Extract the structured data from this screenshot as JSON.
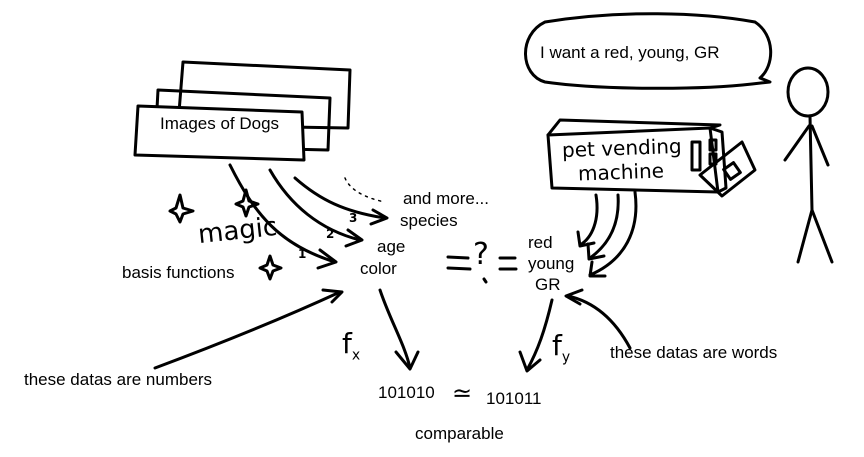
{
  "images_card": {
    "label": "Images of Dogs"
  },
  "magic_text": "magic",
  "basis_functions": "basis functions",
  "arrow_numbers": [
    "1",
    "2",
    "3"
  ],
  "features": {
    "and_more": "and more...",
    "species": "species",
    "age": "age",
    "color": "color"
  },
  "question_text": "?",
  "speech_bubble": {
    "text": "I want a red, young, GR"
  },
  "vending_machine": {
    "line1": "pet vending",
    "line2": "machine"
  },
  "request": {
    "red": "red",
    "young": "young",
    "gr": "GR"
  },
  "function_labels": {
    "fx": "f",
    "fx_sub": "x",
    "fy": "f",
    "fy_sub": "y"
  },
  "numbers_note": "these datas are numbers",
  "words_note": "these datas are words",
  "binary_left": "101010",
  "approx_symbol": "≃",
  "binary_right": "101011",
  "comparable": "comparable"
}
